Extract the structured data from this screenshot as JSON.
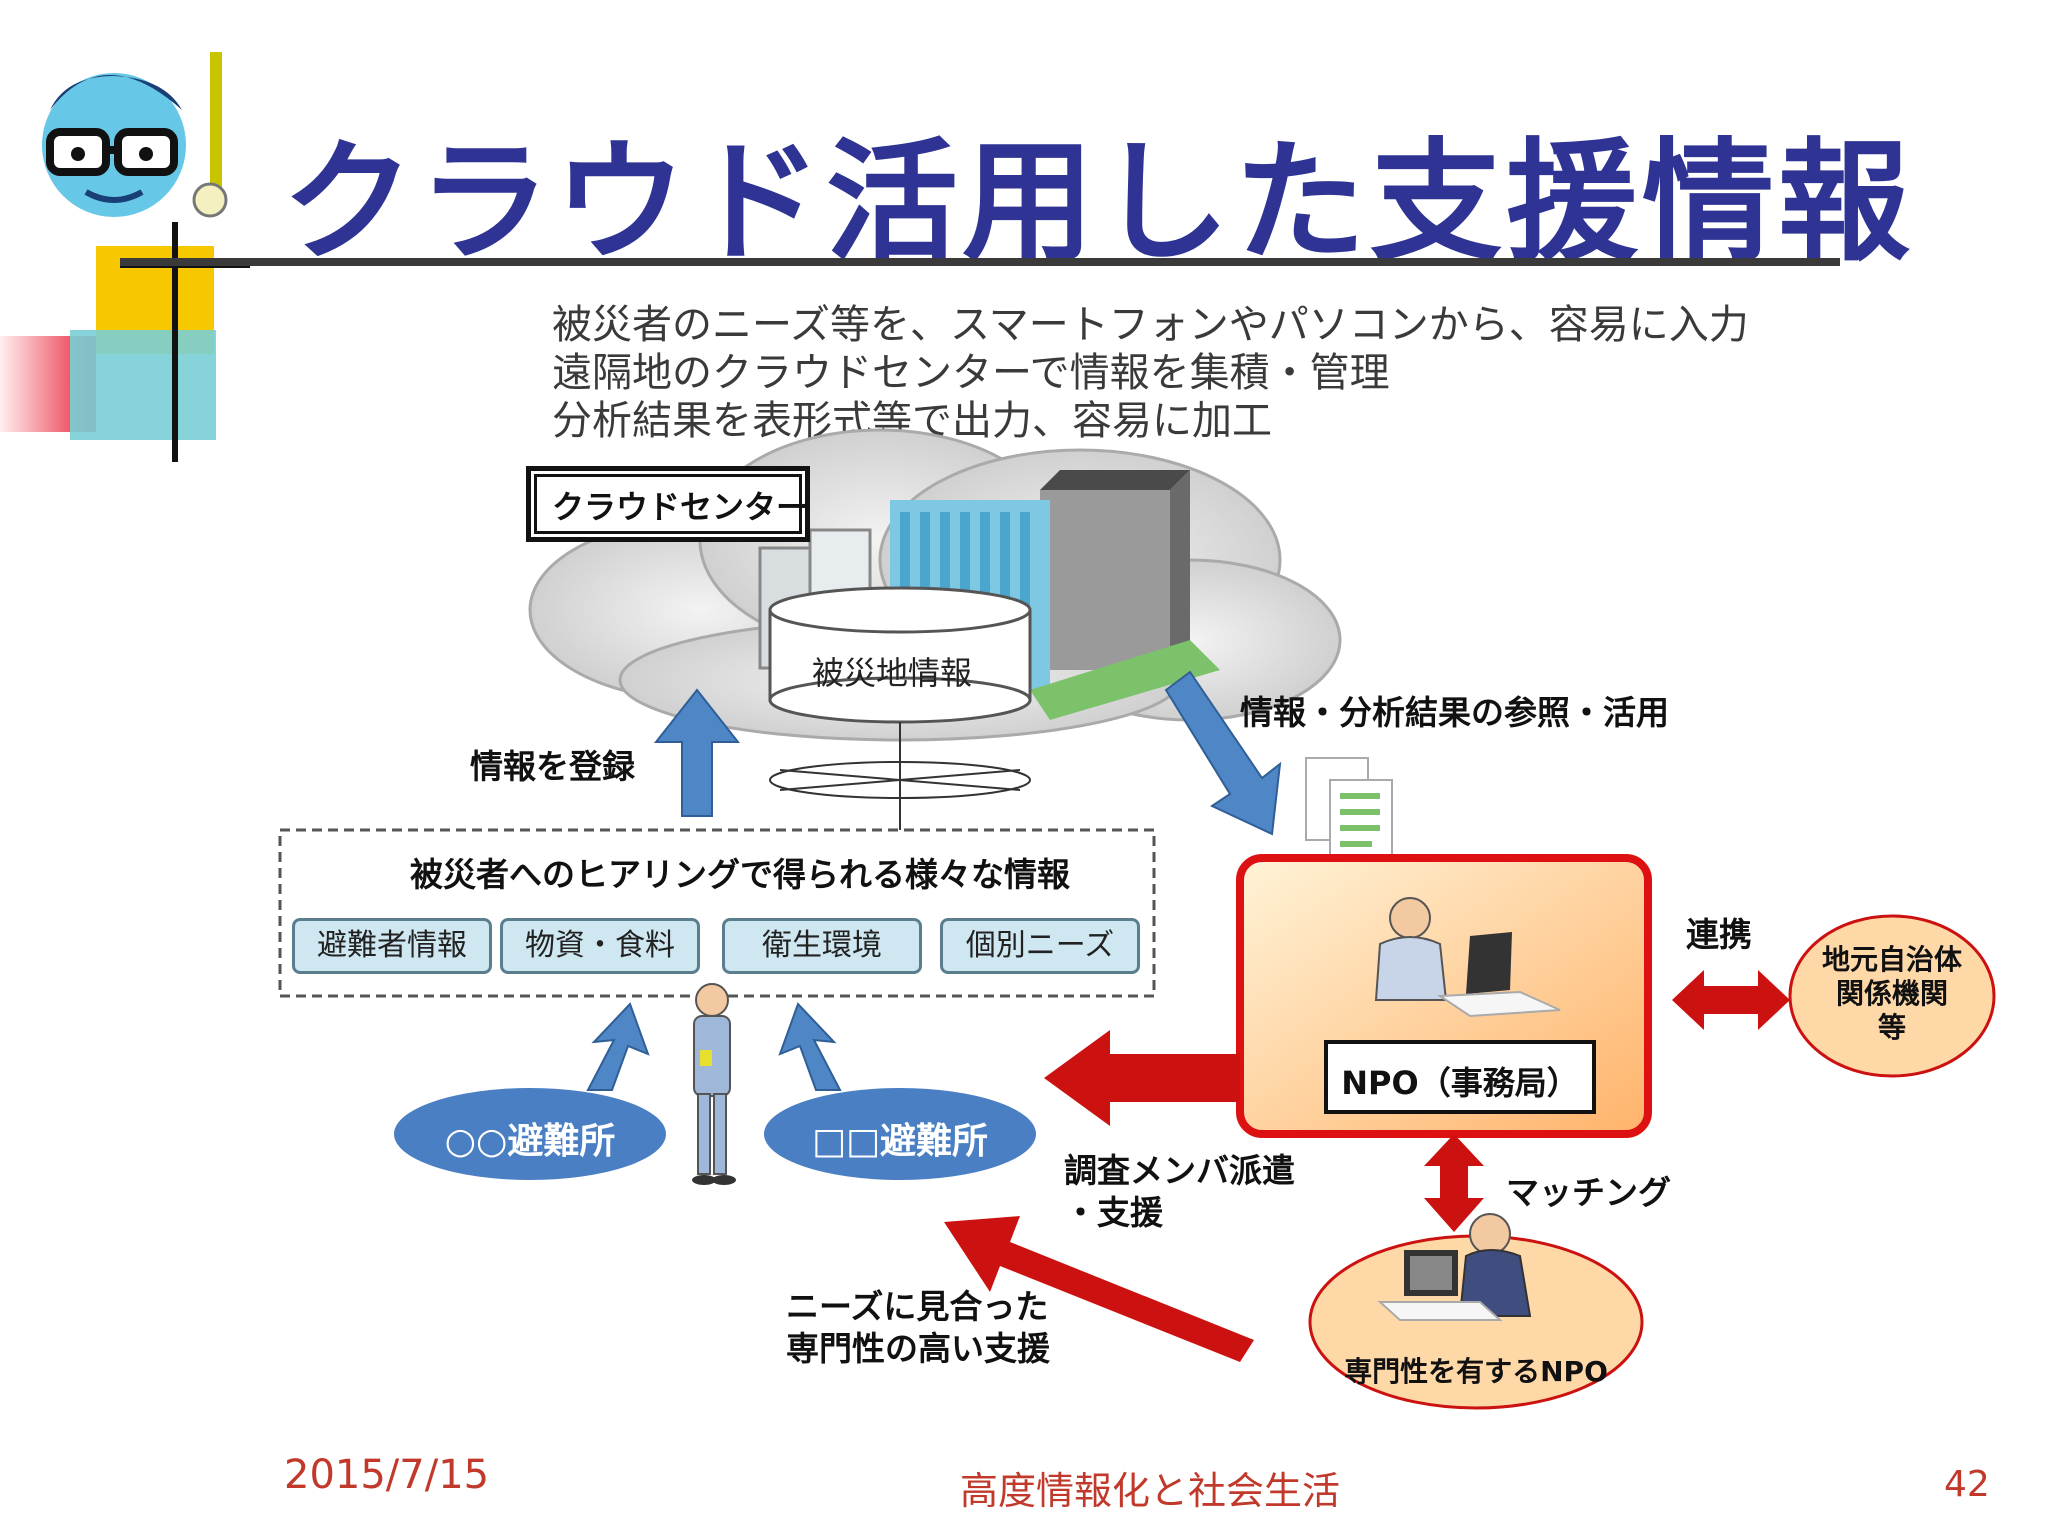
{
  "slide": {
    "title": "クラウド活用した支援情報",
    "description_lines": [
      "被災者のニーズ等を、スマートフォンやパソコンから、容易に入力",
      "遠隔地のクラウドセンターで情報を集積・管理",
      "分析結果を表形式等で出力、容易に加工"
    ]
  },
  "diagram": {
    "cloud_center_label": "クラウドセンター",
    "database_label": "被災地情報",
    "register_label": "情報を登録",
    "reference_label": "情報・分析結果の参照・活用",
    "hearing_title": "被災者へのヒアリングで得られる様々な情報",
    "categories": [
      "避難者情報",
      "物資・食料",
      "衛生環境",
      "個別ニーズ"
    ],
    "shelter_1": "○○避難所",
    "shelter_2": "□□避難所",
    "npo_office_label": "NPO（事務局）",
    "cooperation_label": "連携",
    "local_gov_label_lines": [
      "地元自治体",
      "関係機関",
      "等"
    ],
    "dispatch_label_lines": [
      "調査メンバ派遣",
      "・支援"
    ],
    "matching_label": "マッチング",
    "support_label_lines": [
      "ニーズに見合った",
      "専門性の高い支援"
    ],
    "specialist_npo_label": "専門性を有するNPO"
  },
  "footer": {
    "date": "2015/7/15",
    "course": "高度情報化と社会生活",
    "page": "42"
  },
  "colors": {
    "title": "#2f3494",
    "footer_text": "#c0392b",
    "arrow_blue": "#4f86c6",
    "arrow_red": "#cc1111",
    "shelter_fill": "#4a7fc4"
  }
}
